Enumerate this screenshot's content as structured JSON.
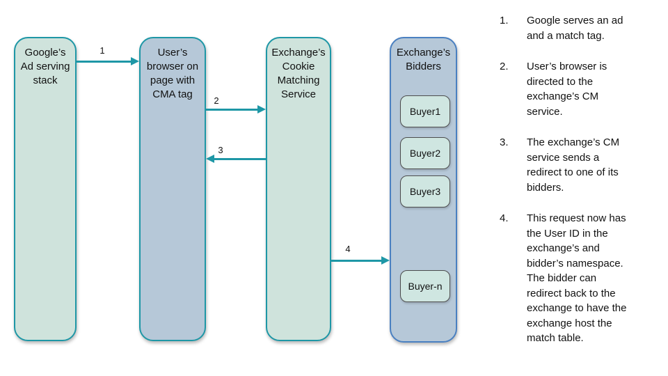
{
  "diagram": {
    "nodes": [
      {
        "id": "google-ad-stack",
        "label": "Google’s\nAd serving\nstack"
      },
      {
        "id": "user-browser",
        "label": "User’s\nbrowser on\npage with\nCMA tag"
      },
      {
        "id": "exchange-cm-service",
        "label": "Exchange’s\nCookie\nMatching\nService"
      },
      {
        "id": "exchange-bidders",
        "label": "Exchange’s\nBidders",
        "buyers": [
          "Buyer1",
          "Buyer2",
          "Buyer3",
          "Buyer-n"
        ]
      }
    ],
    "arrows": [
      {
        "label": "1",
        "from": "google-ad-stack",
        "to": "user-browser",
        "direction": "right"
      },
      {
        "label": "2",
        "from": "user-browser",
        "to": "exchange-cm-service",
        "direction": "right"
      },
      {
        "label": "3",
        "from": "exchange-cm-service",
        "to": "user-browser",
        "direction": "left"
      },
      {
        "label": "4",
        "from": "exchange-cm-service",
        "to": "exchange-bidders",
        "direction": "right"
      }
    ],
    "colors": {
      "node_green_fill": "#cfe3dc",
      "node_blue_fill": "#b6c8d8",
      "teal_border": "#1e97a6",
      "bidders_blue_border": "#4a80c1",
      "buyer_fill": "#cfe6e1",
      "buyer_border": "#4d4d4d",
      "arrow": "#1e97a6",
      "text": "#111111",
      "background": "#ffffff"
    }
  },
  "steps": {
    "items": [
      {
        "number": "1.",
        "text": "Google serves an ad\nand a match tag."
      },
      {
        "number": "2.",
        "text": "User’s browser is\ndirected to the\nexchange’s CM\nservice."
      },
      {
        "number": "3.",
        "text": "The exchange’s CM\nservice sends a\nredirect to one of its\nbidders."
      },
      {
        "number": "4.",
        "text": "This request now has\nthe User ID in the\nexchange’s and\nbidder’s namespace.\nThe bidder can\nredirect back to the\nexchange to have the\nexchange host the\nmatch table."
      }
    ]
  }
}
